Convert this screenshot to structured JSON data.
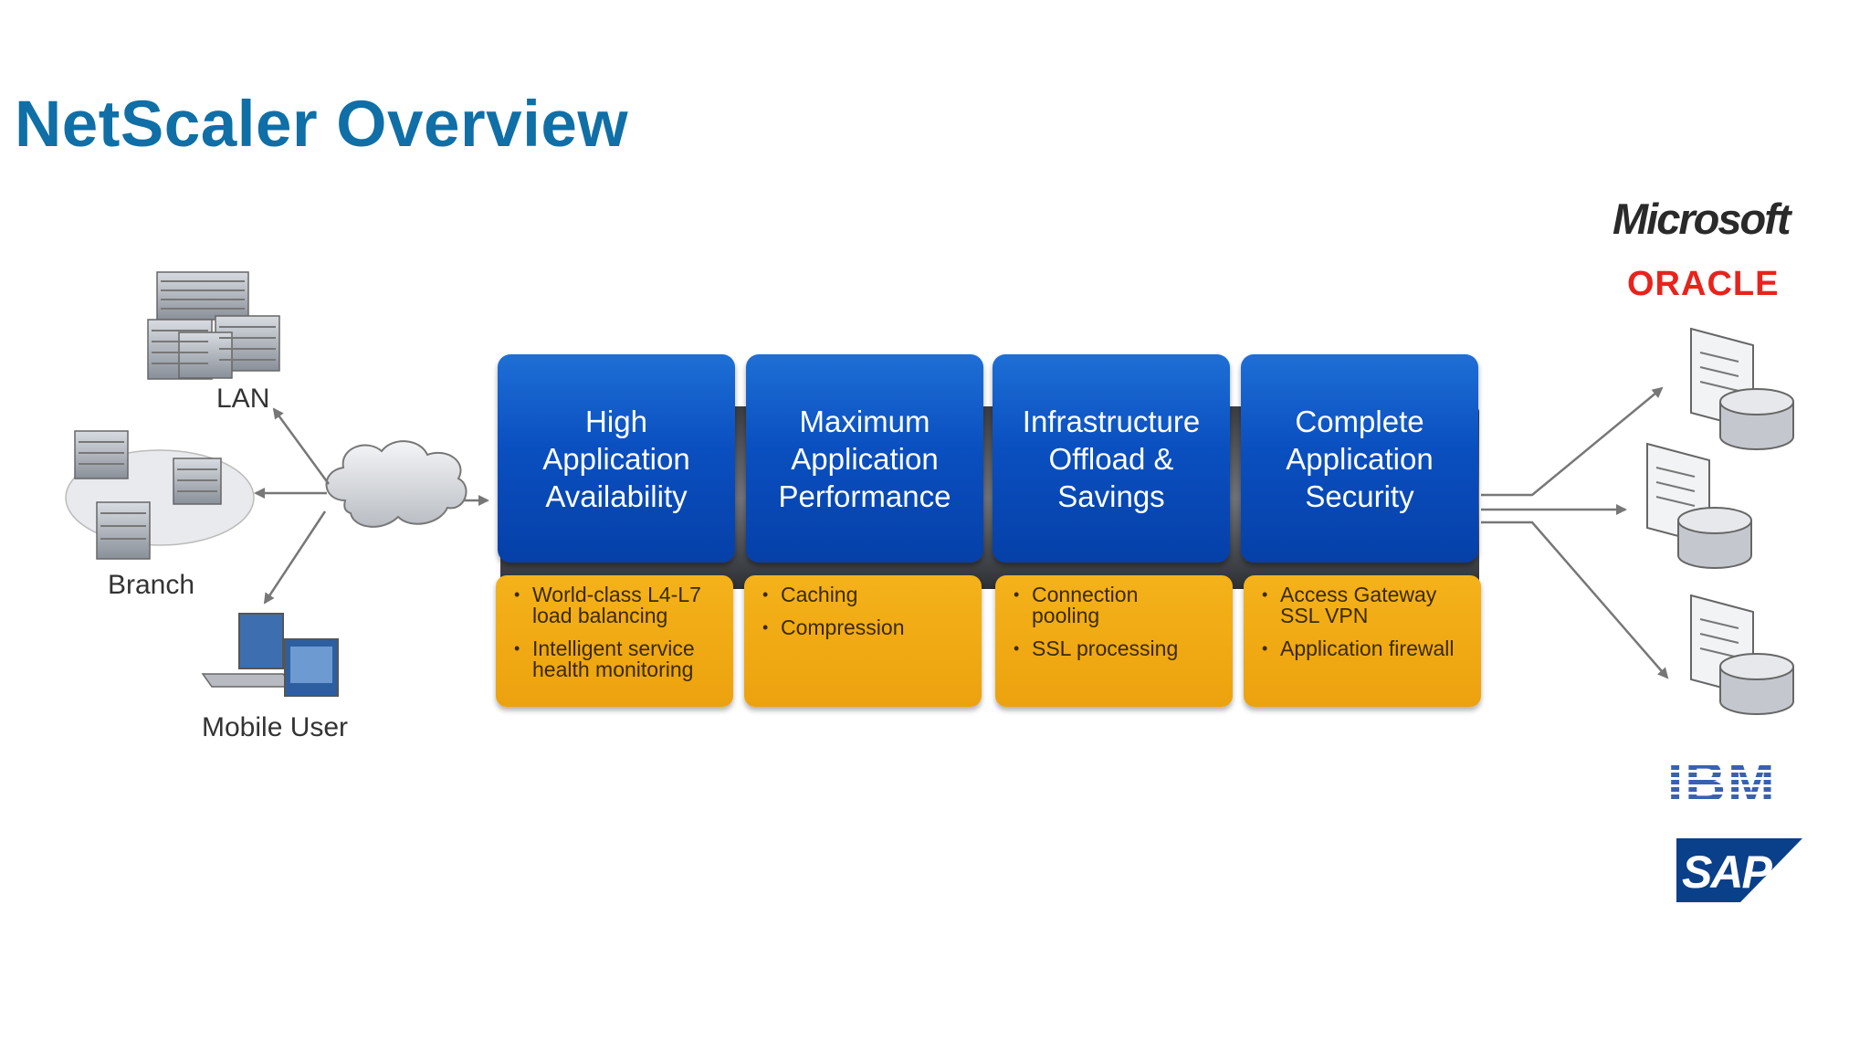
{
  "slide": {
    "title": "NetScaler Overview"
  },
  "sites": {
    "lan": "LAN",
    "branch": "Branch",
    "mobile": "Mobile User"
  },
  "capabilities": [
    {
      "heading": "High\nApplication\nAvailability",
      "bullets": [
        "World-class L4-L7\nload balancing",
        "Intelligent service\nhealth monitoring"
      ]
    },
    {
      "heading": "Maximum\nApplication\nPerformance",
      "bullets": [
        "Caching",
        "Compression"
      ]
    },
    {
      "heading": "Infrastructure\nOffload  &\nSavings",
      "bullets": [
        "Connection\npooling",
        "SSL processing"
      ]
    },
    {
      "heading": "Complete\nApplication\nSecurity",
      "bullets": [
        "Access Gateway\nSSL VPN",
        "Application firewall"
      ]
    }
  ],
  "vendors": {
    "microsoft": "Microsoft",
    "oracle": "ORACLE",
    "ibm": "IBM",
    "sap": "SAP"
  },
  "colors": {
    "title": "#0f6fa6",
    "box_blue": "#0a4fc0",
    "box_orange": "#eca20e",
    "arrow": "#777777"
  }
}
